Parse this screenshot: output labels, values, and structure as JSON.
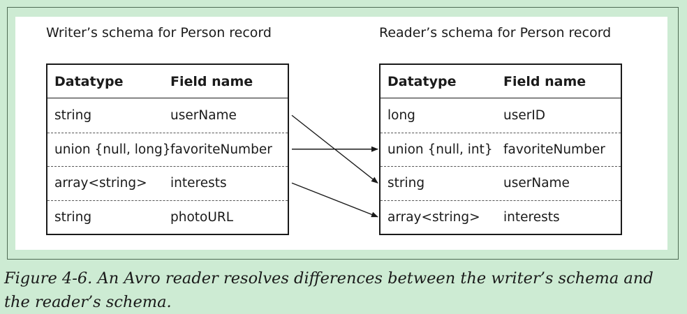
{
  "writer": {
    "title": "Writer’s schema for Person record",
    "headers": {
      "datatype": "Datatype",
      "field_name": "Field name"
    },
    "rows": [
      {
        "datatype": "string",
        "field": "userName"
      },
      {
        "datatype": "union {null, long}",
        "field": "favoriteNumber"
      },
      {
        "datatype": "array<string>",
        "field": "interests"
      },
      {
        "datatype": "string",
        "field": "photoURL"
      }
    ]
  },
  "reader": {
    "title": "Reader’s schema for Person record",
    "headers": {
      "datatype": "Datatype",
      "field_name": "Field name"
    },
    "rows": [
      {
        "datatype": "long",
        "field": "userID"
      },
      {
        "datatype": "union {null, int}",
        "field": "favoriteNumber"
      },
      {
        "datatype": "string",
        "field": "userName"
      },
      {
        "datatype": "array<string>",
        "field": "interests"
      }
    ]
  },
  "mappings": [
    {
      "from_row": 0,
      "to_row": 2
    },
    {
      "from_row": 1,
      "to_row": 1
    },
    {
      "from_row": 2,
      "to_row": 3
    }
  ],
  "caption": "Figure 4-6. An Avro reader resolves differences between the writer’s schema and the reader’s schema.",
  "colors": {
    "background": "#cdebd3",
    "panel": "#ffffff",
    "ink": "#1a1a1a"
  }
}
